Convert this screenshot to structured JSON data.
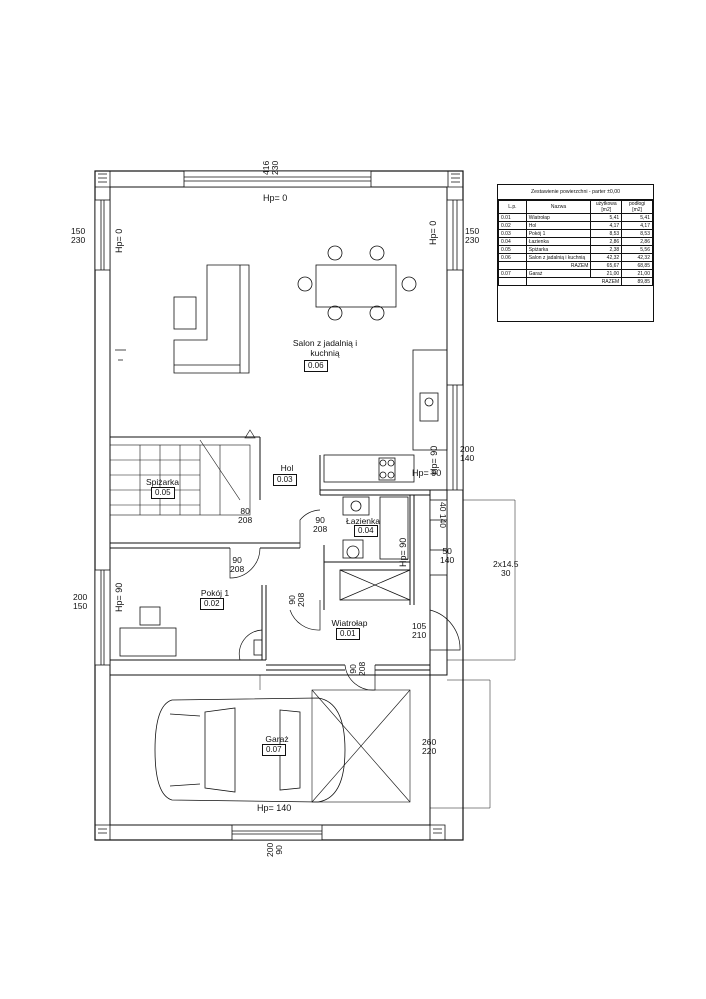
{
  "summary": {
    "title": "Zestawienie powierzchni - parter ±0,00",
    "headers": {
      "lp": "L.p.",
      "name": "Nazwa",
      "usable": "użytkowa [m2]",
      "floor": "podłogi [m2]"
    },
    "rows": [
      {
        "lp": "0.01",
        "name": "Wiatrołap",
        "usable": "5,41",
        "floor": "5,41"
      },
      {
        "lp": "0.02",
        "name": "Hol",
        "usable": "4,17",
        "floor": "4,17"
      },
      {
        "lp": "0.03",
        "name": "Pokój 1",
        "usable": "8,53",
        "floor": "8,53"
      },
      {
        "lp": "0.04",
        "name": "Łazienka",
        "usable": "2,86",
        "floor": "2,86"
      },
      {
        "lp": "0.05",
        "name": "Spiżarka",
        "usable": "2,38",
        "floor": "5,56"
      },
      {
        "lp": "0.06",
        "name": "Salon z jadalnią i kuchnią",
        "usable": "42,32",
        "floor": "42,32"
      }
    ],
    "subtotal": {
      "label": "RAZEM",
      "usable": "65,67",
      "floor": "68,85"
    },
    "garage": {
      "lp": "0.07",
      "name": "Garaż",
      "usable": "21,00",
      "floor": "21,00"
    },
    "total": {
      "label": "RAZEM",
      "value": "89,85"
    }
  },
  "rooms": {
    "salon": {
      "name_line1": "Salon z jadalnią i",
      "name_line2": "kuchnią",
      "number": "0.06"
    },
    "hol": {
      "name": "Hol",
      "number": "0.03"
    },
    "spizarka": {
      "name": "Spiżarka",
      "number": "0.05"
    },
    "lazienka": {
      "name": "Łazienka",
      "number": "0.04"
    },
    "pokoj": {
      "name": "Pokój 1",
      "number": "0.02"
    },
    "wiatrolap": {
      "name": "Wiatrołap",
      "number": "0.01"
    },
    "garaz": {
      "name": "Garaż",
      "number": "0.07"
    }
  },
  "dimensions": {
    "top_window": {
      "a": "416",
      "b": "230"
    },
    "left_window_upper": {
      "a": "150",
      "b": "230"
    },
    "right_window_upper": {
      "a": "150",
      "b": "230"
    },
    "right_window_kitchen": {
      "a": "200",
      "b": "140"
    },
    "left_window_pokoj": {
      "a": "200",
      "b": "150"
    },
    "bath_window": {
      "a": "40",
      "b": "140"
    },
    "wc_window": {
      "a": "50",
      "b": "140"
    },
    "door_spizarka": {
      "a": "80",
      "b": "208"
    },
    "door_lazienka": {
      "a": "90",
      "b": "208"
    },
    "door_pokoj": {
      "a": "90",
      "b": "208"
    },
    "door_wiatrolap_hol": {
      "a": "90",
      "b": "208"
    },
    "door_entrance": {
      "a": "105",
      "b": "210"
    },
    "door_garage": {
      "a": "90",
      "b": "208"
    },
    "stairs_outside": {
      "a": "2x14.5",
      "b": "30"
    },
    "garage_gate": {
      "a": "260",
      "b": "220"
    },
    "bottom_window": {
      "a": "200",
      "b": "90"
    }
  },
  "heights": {
    "top": "Hp= 0",
    "left_upper": "Hp= 0",
    "right_upper": "Hp= 0",
    "kitchen": "Hp= 90",
    "hol": "Hp= 90",
    "lazienka": "Hp= 90",
    "pokoj": "Hp= 90",
    "garage": "Hp= 140"
  }
}
